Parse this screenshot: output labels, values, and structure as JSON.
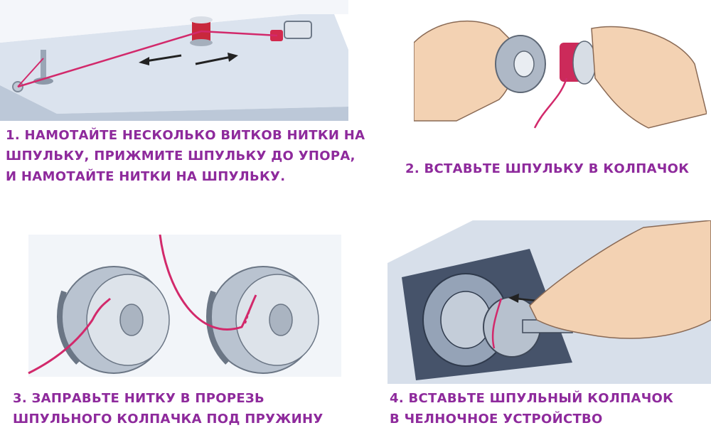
{
  "steps": [
    {
      "number": "1",
      "lines": [
        "1. НАМОТАЙТЕ НЕСКОЛЬКО ВИТКОВ НИТКИ НА",
        "ШПУЛЬКУ, ПРИЖМИТЕ ШПУЛЬКУ ДО УПОРА,",
        "И НАМОТАЙТЕ НИТКИ НА ШПУЛЬКУ."
      ]
    },
    {
      "number": "2",
      "lines": [
        "2. ВСТАВЬТЕ ШПУЛЬКУ В КОЛПАЧОК"
      ]
    },
    {
      "number": "3",
      "lines": [
        "3. ЗАПРАВЬТЕ НИТКУ В ПРОРЕЗЬ",
        "ШПУЛЬНОГО КОЛПАЧКА ПОД ПРУЖИНУ"
      ]
    },
    {
      "number": "4",
      "lines": [
        "4. ВСТАВЬТЕ ШПУЛЬНЫЙ КОЛПАЧОК",
        "В ЧЕЛНОЧНОЕ УСТРОЙСТВО"
      ]
    }
  ],
  "colors": {
    "caption": "#8e2a9c",
    "thread": "#d2296b",
    "metal": "#a9b4c3",
    "skin": "#f3d2b3",
    "machine": "#dfe6ef"
  }
}
